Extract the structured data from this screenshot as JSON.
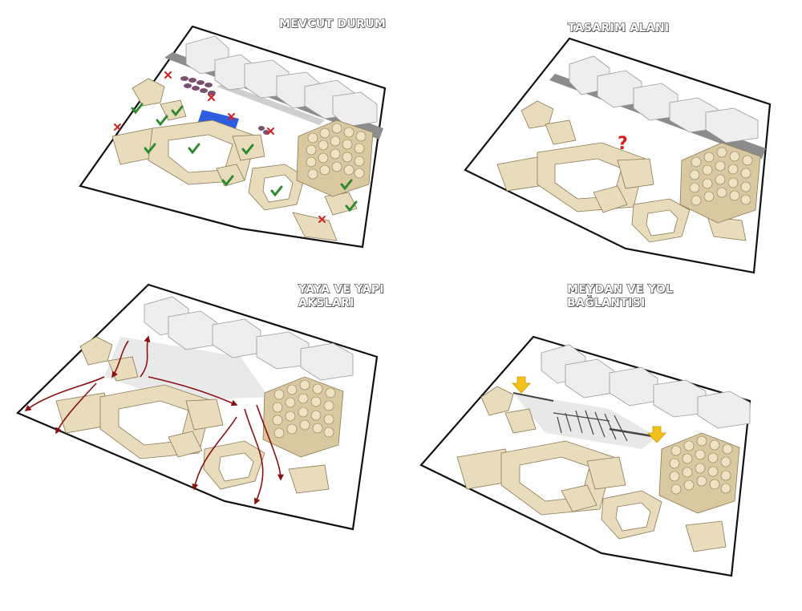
{
  "panels": [
    {
      "title": "MEVCUT DURUM"
    },
    {
      "title": "TASARIM ALANI",
      "marker": "?"
    },
    {
      "title_line1": "YAYA VE YAPI",
      "title_line2": "AKSLARI"
    },
    {
      "title_line1": "MEYDAN VE YOL",
      "title_line2": "BAĞLANTISI"
    }
  ],
  "colors": {
    "building": "#e8dcbc",
    "building_dark": "#c7b48a",
    "building_outline": "#8a7a55",
    "context_building": "#eeeeee",
    "road": "#8c8c8c",
    "valid_mark": "#2f8a2f",
    "invalid_mark": "#d42020",
    "question_mark": "#d42020",
    "axis_arrow": "#8b1010",
    "connection_arrow": "#f2c21a",
    "blue_area": "#2f5de0",
    "parked_cars": "#7a5070"
  },
  "icons": {
    "valid": "check-icon",
    "invalid": "cross-icon",
    "entry": "down-arrow-icon"
  }
}
